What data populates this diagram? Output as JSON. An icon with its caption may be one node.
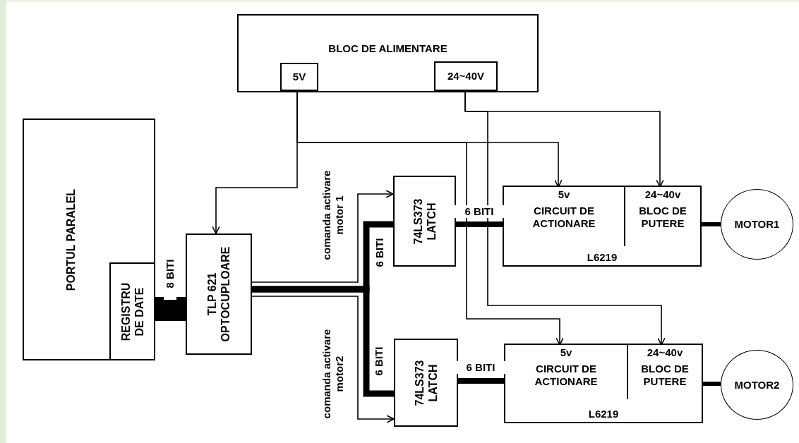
{
  "diagram": {
    "nodes": [
      {
        "text": [
          "BLOC DE ALIMENTARE"
        ]
      },
      {
        "text": [
          "5V"
        ],
        "in": 0
      },
      {
        "text": [
          "24~40V"
        ],
        "in": 0
      },
      {
        "text": [
          "PORTUL PARALEL"
        ]
      },
      {
        "text": [
          "REGISTRU DE DATE"
        ],
        "in": 3
      },
      {
        "text": [
          "TLP 621 OPTOCUPLOARE"
        ]
      },
      {
        "text": [
          "74LS373 LATCH"
        ]
      },
      {
        "text": [
          "74LS373 LATCH"
        ]
      },
      {
        "text": [
          "L6219"
        ]
      },
      {
        "text": [
          "5v",
          "CIRCUIT DE ACTIONARE"
        ],
        "in": 8
      },
      {
        "text": [
          "24~40v",
          "BLOC DE PUTERE"
        ],
        "in": 8
      },
      {
        "text": [
          "MOTOR1"
        ]
      },
      {
        "text": [
          "L6219"
        ]
      },
      {
        "text": [
          "5v",
          "CIRCUIT DE ACTIONARE"
        ],
        "in": 12
      },
      {
        "text": [
          "24~40v",
          "BLOC DE PUTERE"
        ],
        "in": 12
      },
      {
        "text": [
          "MOTOR2"
        ]
      }
    ],
    "edges": [
      {
        "from": 1,
        "to": 5,
        "arrow": "to"
      },
      {
        "from": 1,
        "to": 9,
        "arrow": "to"
      },
      {
        "from": 1,
        "to": 13,
        "arrow": "to"
      },
      {
        "from": 2,
        "to": 10,
        "arrow": "to"
      },
      {
        "from": 2,
        "to": 14,
        "arrow": "to"
      },
      {
        "from": 4,
        "to": 5,
        "arrow": "none",
        "style": "thick",
        "label": "8 BITI"
      },
      {
        "from": 5,
        "to": 6,
        "arrow": "none",
        "style": "thick",
        "label": "6 BITI"
      },
      {
        "from": 5,
        "to": 7,
        "arrow": "none",
        "style": "thick",
        "label": "6 BITI"
      },
      {
        "from": 5,
        "to": 6,
        "arrow": "to",
        "label": "comanda activare motor 1"
      },
      {
        "from": 5,
        "to": 7,
        "arrow": "to",
        "label": "comanda activare motor2"
      },
      {
        "from": 6,
        "to": 8,
        "arrow": "none",
        "style": "thick",
        "label": "6 BITI"
      },
      {
        "from": 7,
        "to": 12,
        "arrow": "none",
        "style": "thick",
        "label": "6 BITI"
      },
      {
        "from": 10,
        "to": 11,
        "arrow": "none",
        "style": "thick"
      },
      {
        "from": 14,
        "to": 15,
        "arrow": "none",
        "style": "thick"
      }
    ]
  }
}
